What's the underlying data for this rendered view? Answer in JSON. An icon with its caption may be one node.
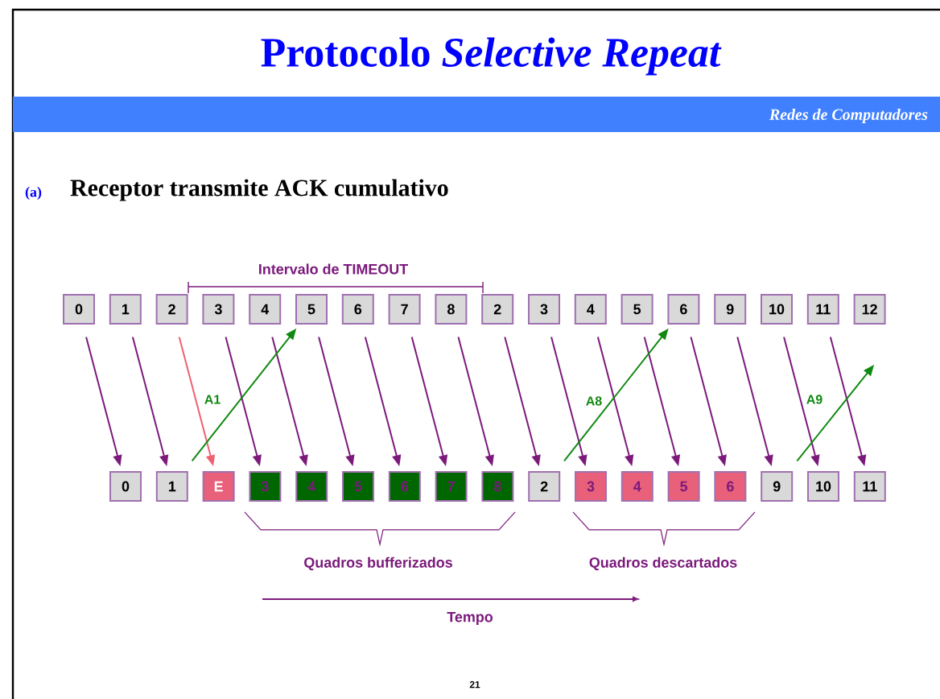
{
  "diagram": {
    "title": "Protocolo *Selective Repeat*",
    "nodes": [
      {
        "text": [
          "0"
        ]
      },
      {
        "text": [
          "1"
        ]
      },
      {
        "text": [
          "2"
        ]
      },
      {
        "text": [
          "3"
        ]
      },
      {
        "text": [
          "4"
        ]
      },
      {
        "text": [
          "5"
        ]
      },
      {
        "text": [
          "6"
        ]
      },
      {
        "text": [
          "7"
        ]
      },
      {
        "text": [
          "8"
        ]
      },
      {
        "text": [
          "2"
        ]
      },
      {
        "text": [
          "3"
        ]
      },
      {
        "text": [
          "4"
        ]
      },
      {
        "text": [
          "5"
        ]
      },
      {
        "text": [
          "6"
        ]
      },
      {
        "text": [
          "9"
        ]
      },
      {
        "text": [
          "10"
        ]
      },
      {
        "text": [
          "11"
        ]
      },
      {
        "text": [
          "12"
        ]
      },
      {
        "text": [
          "0"
        ]
      },
      {
        "text": [
          "1"
        ]
      },
      {
        "text": [
          "E"
        ]
      },
      {
        "text": [
          "3"
        ]
      },
      {
        "text": [
          "4"
        ]
      },
      {
        "text": [
          "5"
        ]
      },
      {
        "text": [
          "6"
        ]
      },
      {
        "text": [
          "7"
        ]
      },
      {
        "text": [
          "8"
        ]
      },
      {
        "text": [
          "2"
        ]
      },
      {
        "text": [
          "3"
        ]
      },
      {
        "text": [
          "4"
        ]
      },
      {
        "text": [
          "5"
        ]
      },
      {
        "text": [
          "6"
        ]
      },
      {
        "text": [
          "9"
        ]
      },
      {
        "text": [
          "10"
        ]
      },
      {
        "text": [
          "11"
        ]
      }
    ],
    "edges": [
      {
        "from": 0,
        "to": 18,
        "arrow": "to"
      },
      {
        "from": 1,
        "to": 19,
        "arrow": "to"
      },
      {
        "from": 2,
        "to": 20,
        "arrow": "to",
        "color": "#f06070"
      },
      {
        "from": 3,
        "to": 21,
        "arrow": "to"
      },
      {
        "from": 4,
        "to": 22,
        "arrow": "to"
      },
      {
        "from": 5,
        "to": 23,
        "arrow": "to"
      },
      {
        "from": 6,
        "to": 24,
        "arrow": "to"
      },
      {
        "from": 7,
        "to": 25,
        "arrow": "to"
      },
      {
        "from": 8,
        "to": 26,
        "arrow": "to"
      },
      {
        "from": 9,
        "to": 27,
        "arrow": "to"
      },
      {
        "from": 10,
        "to": 28,
        "arrow": "to"
      },
      {
        "from": 11,
        "to": 29,
        "arrow": "to"
      },
      {
        "from": 12,
        "to": 30,
        "arrow": "to"
      },
      {
        "from": 13,
        "to": 31,
        "arrow": "to"
      },
      {
        "from": 14,
        "to": 32,
        "arrow": "to"
      },
      {
        "from": 15,
        "to": 33,
        "arrow": "to"
      },
      {
        "from": 16,
        "to": 34,
        "arrow": "to"
      },
      {
        "from": 19,
        "to": 5,
        "arrow": "to",
        "label": "A1",
        "color": "#118811"
      },
      {
        "from": 27,
        "to": 13,
        "arrow": "to",
        "label": "A8",
        "color": "#118811"
      },
      {
        "from": 32,
        "to": null,
        "arrow": "to",
        "label": "A9",
        "color": "#118811"
      }
    ],
    "labels": [
      "Redes de Computadores",
      "(a)",
      "Receptor transmite ACK cumulativo",
      "Intervalo de TIMEOUT",
      "Quadros bufferizados",
      "Quadros descartados",
      "Tempo",
      "21"
    ]
  }
}
